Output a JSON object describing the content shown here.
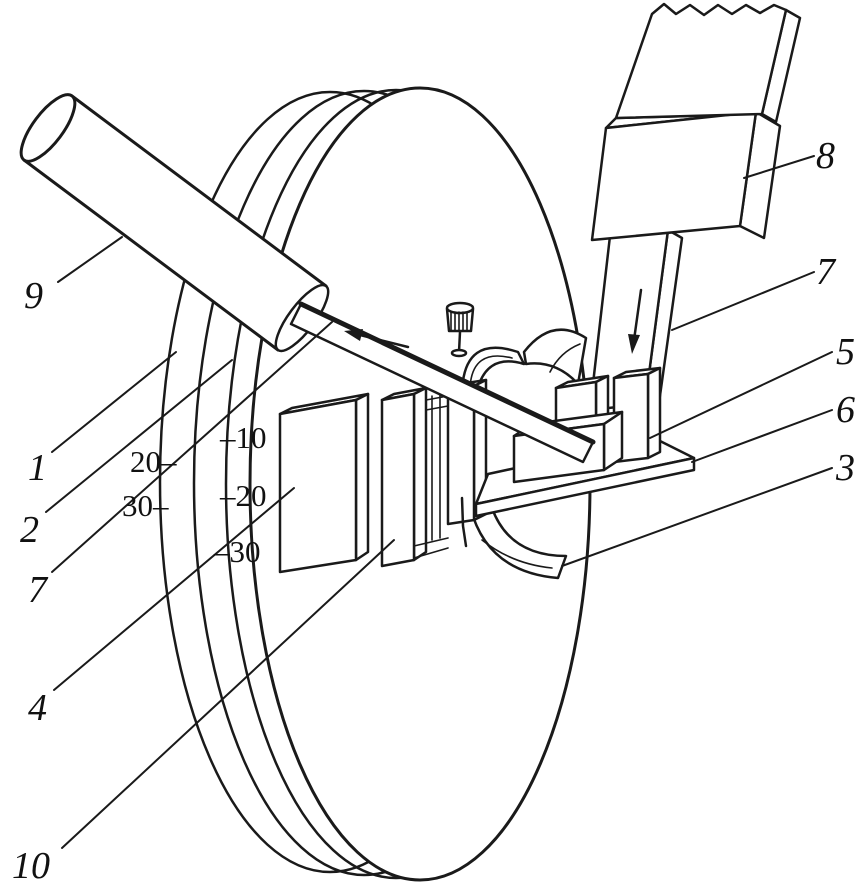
{
  "figure": {
    "kind": "isometric technical line drawing",
    "paper_color": "#ffffff",
    "ink_color": "#1a1a1a"
  },
  "callouts": {
    "part1": "1",
    "part2": "2",
    "part3": "3",
    "part4": "4",
    "part5": "5",
    "part6": "6",
    "part7_left": "7",
    "part7_right": "7",
    "part8": "8",
    "part9": "9",
    "part10": "10"
  },
  "scale_marks": {
    "outer_20": "20–",
    "outer_30": "30–",
    "inner_10": "–10",
    "inner_20": "–20",
    "inner_30": "–30"
  }
}
